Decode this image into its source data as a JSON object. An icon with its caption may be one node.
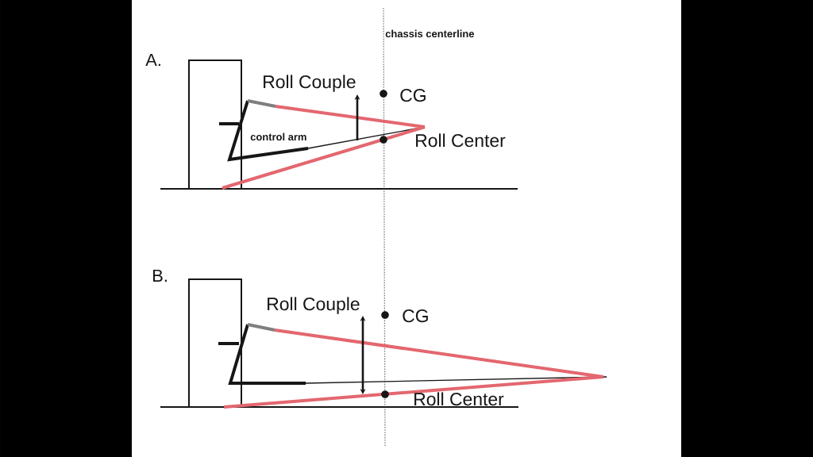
{
  "diagram": {
    "labels": [
      "chassis centerline",
      "A.",
      "Roll Couple",
      "CG",
      "control arm",
      "Roll Center",
      "B.",
      "Roll Couple",
      "CG",
      "Roll Center"
    ]
  }
}
